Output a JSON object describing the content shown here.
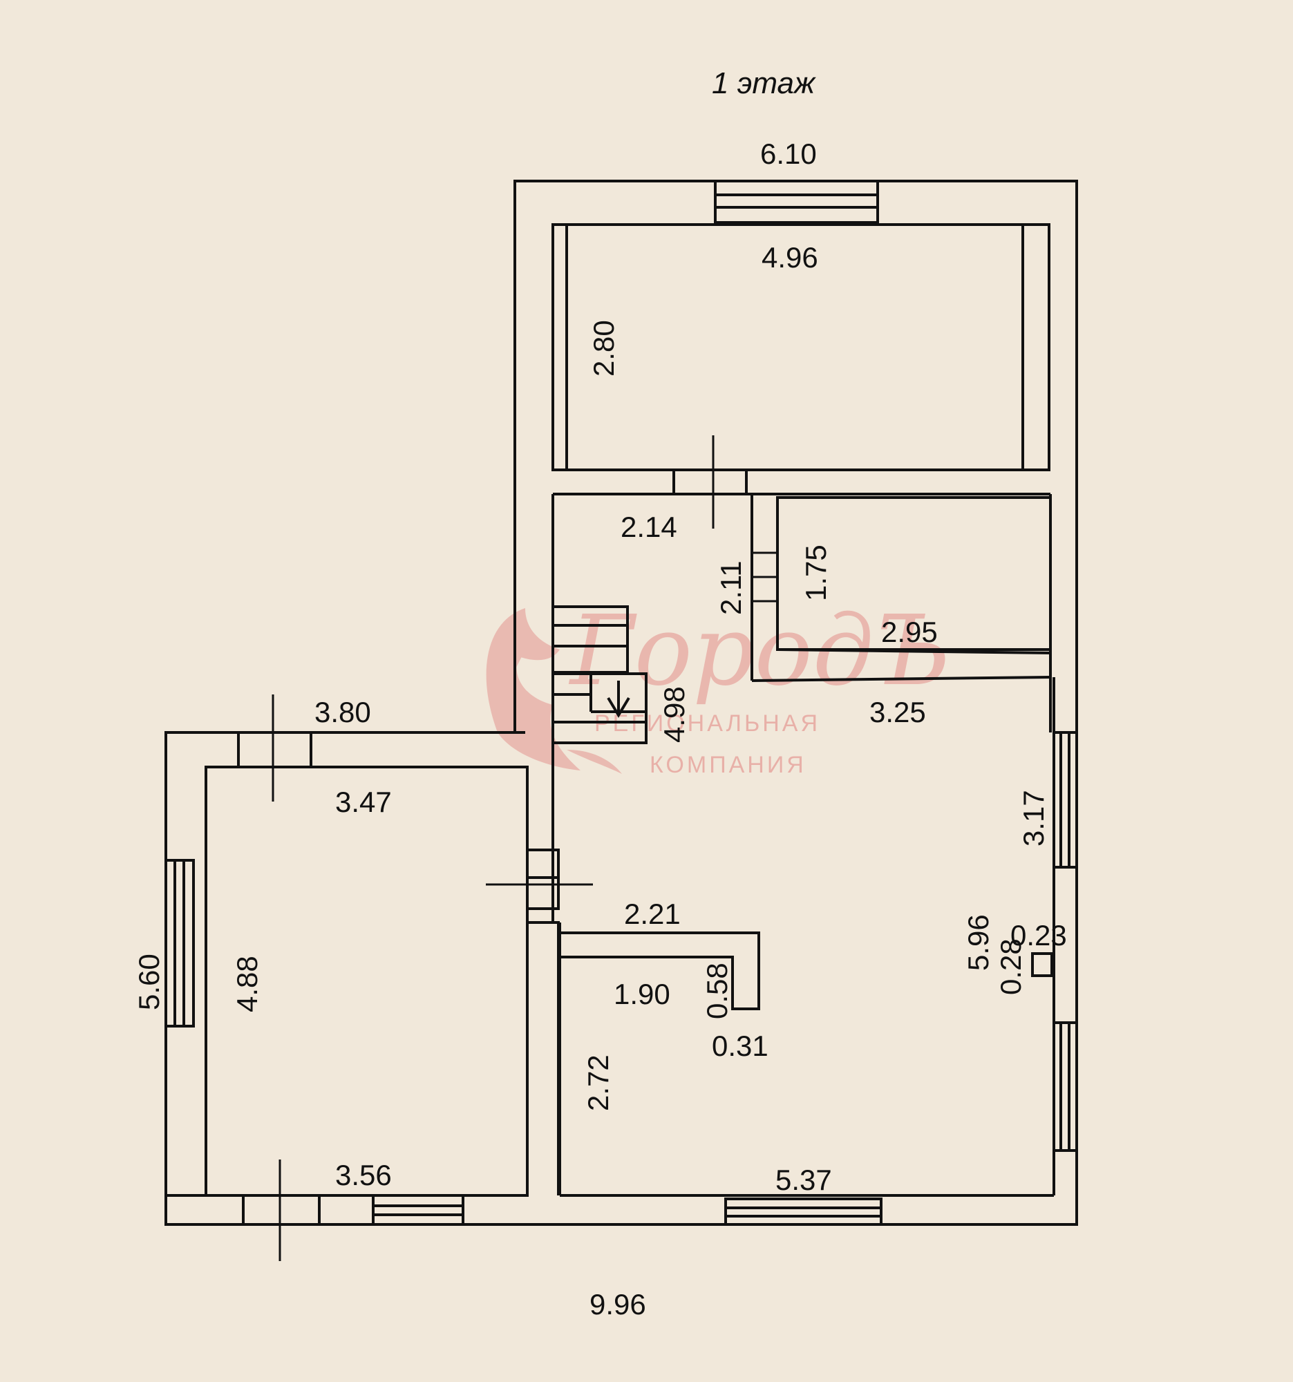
{
  "title": "1 этаж",
  "colors": {
    "background": "#f1e8da",
    "lines": "#111111",
    "watermark": "#e7a7a0"
  },
  "watermark": {
    "brand": "ГородЪ",
    "line1": "РЕГИОНАЛЬНАЯ",
    "line2": "КОМПАНИЯ",
    "logo": "bird-logo"
  },
  "dimensions": {
    "top_total_width": "6.10",
    "room1_width": "4.96",
    "room1_depth": "2.80",
    "hall_width": "2.14",
    "hall_depth": "2.11",
    "room2_depth": "1.75",
    "room2_width": "2.95",
    "stair_length": "4.98",
    "main_width_upper": "3.25",
    "main_window_wall": "3.17",
    "main_depth": "5.96",
    "niche_width": "0.23",
    "niche_depth": "0.28",
    "annex_outer_width": "3.80",
    "annex_inner_width_top": "3.47",
    "annex_outer_depth": "5.60",
    "annex_inner_depth": "4.88",
    "annex_inner_width_bottom": "3.56",
    "partition_length": "2.21",
    "alcove_width": "1.90",
    "alcove_depth": "0.58",
    "partition_thickness": "0.31",
    "lower_room_depth": "2.72",
    "bottom_inner_width": "5.37",
    "bottom_total_width": "9.96"
  }
}
